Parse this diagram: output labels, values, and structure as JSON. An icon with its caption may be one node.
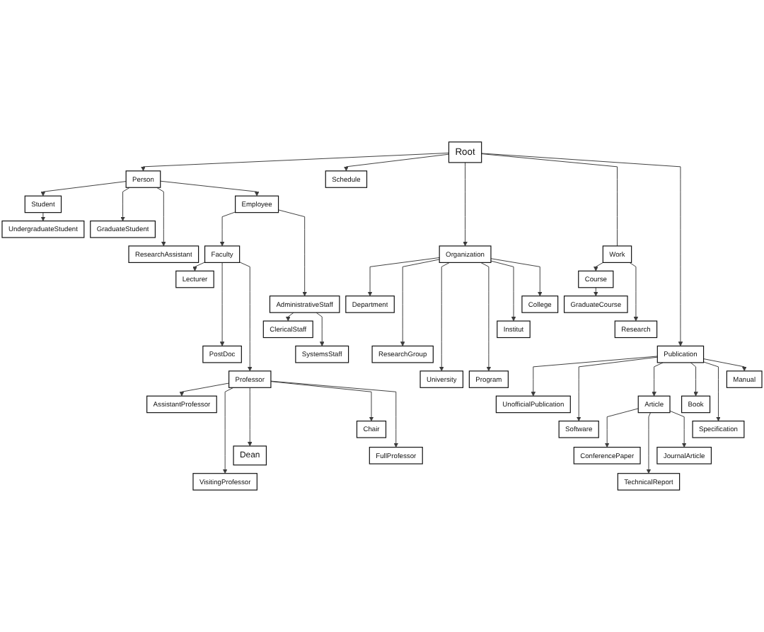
{
  "diagram": {
    "nodes": [
      {
        "text": [
          "Root"
        ]
      },
      {
        "text": [
          "Schedule"
        ]
      },
      {
        "text": [
          "Person"
        ]
      },
      {
        "text": [
          "Student"
        ]
      },
      {
        "text": [
          "Employee"
        ]
      },
      {
        "text": [
          "UndergraduateStudent"
        ]
      },
      {
        "text": [
          "GraduateStudent"
        ]
      },
      {
        "text": [
          "Work"
        ]
      },
      {
        "text": [
          "ResearchAssistant"
        ]
      },
      {
        "text": [
          "Organization"
        ]
      },
      {
        "text": [
          "Faculty"
        ]
      },
      {
        "text": [
          "Course"
        ]
      },
      {
        "text": [
          "Lecturer"
        ]
      },
      {
        "text": [
          "Department"
        ]
      },
      {
        "text": [
          "College"
        ]
      },
      {
        "text": [
          "AdministrativeStaff"
        ]
      },
      {
        "text": [
          "GraduateCourse"
        ]
      },
      {
        "text": [
          "Institut"
        ]
      },
      {
        "text": [
          "ClericalStaff"
        ]
      },
      {
        "text": [
          "Research"
        ]
      },
      {
        "text": [
          "SystemsStaff"
        ]
      },
      {
        "text": [
          "PostDoc"
        ]
      },
      {
        "text": [
          "Publication"
        ]
      },
      {
        "text": [
          "ResearchGroup"
        ]
      },
      {
        "text": [
          "Manual"
        ]
      },
      {
        "text": [
          "Program"
        ]
      },
      {
        "text": [
          "UnofficialPublication"
        ]
      },
      {
        "text": [
          "Article"
        ]
      },
      {
        "text": [
          "Book"
        ]
      },
      {
        "text": [
          "University"
        ]
      },
      {
        "text": [
          "Professor"
        ]
      },
      {
        "text": [
          "AssistantProfessor"
        ]
      },
      {
        "text": [
          "Software"
        ]
      },
      {
        "text": [
          "Specification"
        ]
      },
      {
        "text": [
          "Chair"
        ]
      },
      {
        "text": [
          "Dean"
        ]
      },
      {
        "text": [
          "FullProfessor"
        ]
      },
      {
        "text": [
          "ConferencePaper"
        ]
      },
      {
        "text": [
          "JournalArticle"
        ]
      },
      {
        "text": [
          "VisitingProfessor"
        ]
      },
      {
        "text": [
          "TechnicalReport"
        ]
      }
    ],
    "edges": [
      {
        "from": 0,
        "to": 2,
        "arrow": "to"
      },
      {
        "from": 0,
        "to": 1,
        "arrow": "to"
      },
      {
        "from": 0,
        "to": 9,
        "arrow": "to"
      },
      {
        "from": 0,
        "to": 7,
        "arrow": "none"
      },
      {
        "from": 0,
        "to": 22,
        "arrow": "to"
      },
      {
        "from": 2,
        "to": 3,
        "arrow": "to"
      },
      {
        "from": 2,
        "to": 6,
        "arrow": "to"
      },
      {
        "from": 2,
        "to": 8,
        "arrow": "to"
      },
      {
        "from": 2,
        "to": 4,
        "arrow": "to"
      },
      {
        "from": 3,
        "to": 5,
        "arrow": "to"
      },
      {
        "from": 7,
        "to": 11,
        "arrow": "to"
      },
      {
        "from": 7,
        "to": 19,
        "arrow": "to"
      },
      {
        "from": 11,
        "to": 16,
        "arrow": "to"
      },
      {
        "from": 9,
        "to": 13,
        "arrow": "to"
      },
      {
        "from": 9,
        "to": 23,
        "arrow": "to"
      },
      {
        "from": 9,
        "to": 29,
        "arrow": "to"
      },
      {
        "from": 9,
        "to": 25,
        "arrow": "to"
      },
      {
        "from": 9,
        "to": 17,
        "arrow": "to"
      },
      {
        "from": 9,
        "to": 14,
        "arrow": "to"
      },
      {
        "from": 4,
        "to": 10,
        "arrow": "to"
      },
      {
        "from": 4,
        "to": 15,
        "arrow": "to"
      },
      {
        "from": 10,
        "to": 12,
        "arrow": "to"
      },
      {
        "from": 10,
        "to": 21,
        "arrow": "to"
      },
      {
        "from": 10,
        "to": 30,
        "arrow": "to"
      },
      {
        "from": 15,
        "to": 18,
        "arrow": "to"
      },
      {
        "from": 15,
        "to": 20,
        "arrow": "to"
      },
      {
        "from": 22,
        "to": 26,
        "arrow": "to"
      },
      {
        "from": 22,
        "to": 32,
        "arrow": "to"
      },
      {
        "from": 22,
        "to": 27,
        "arrow": "to"
      },
      {
        "from": 22,
        "to": 28,
        "arrow": "to"
      },
      {
        "from": 22,
        "to": 33,
        "arrow": "to"
      },
      {
        "from": 22,
        "to": 24,
        "arrow": "to"
      },
      {
        "from": 27,
        "to": 37,
        "arrow": "to"
      },
      {
        "from": 27,
        "to": 40,
        "arrow": "to"
      },
      {
        "from": 27,
        "to": 38,
        "arrow": "to"
      },
      {
        "from": 30,
        "to": 31,
        "arrow": "to"
      },
      {
        "from": 30,
        "to": 39,
        "arrow": "to"
      },
      {
        "from": 30,
        "to": 35,
        "arrow": "to"
      },
      {
        "from": 30,
        "to": 34,
        "arrow": "to"
      },
      {
        "from": 30,
        "to": 36,
        "arrow": "to"
      }
    ]
  }
}
